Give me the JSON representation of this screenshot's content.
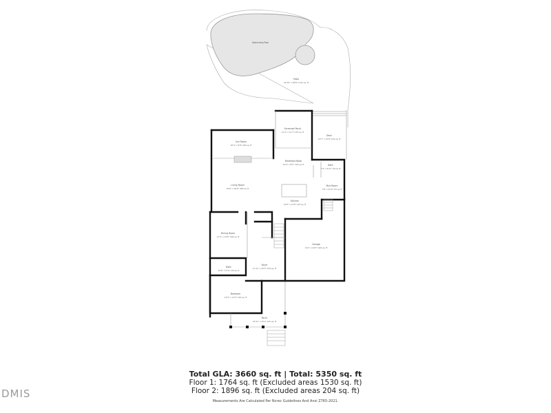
{
  "outdoor": {
    "pool": {
      "label": "Swimming Pool"
    },
    "patio": {
      "label": "Patio",
      "dims": "42'10\" x 28'8\" 1141 sq. ft"
    }
  },
  "rooms": {
    "screened_porch": {
      "label": "Screened Porch",
      "dims": "11'4\" x 11'7\" 132 sq. ft"
    },
    "deck": {
      "label": "Deck",
      "dims": "10'7\" x 13'8\" 145 sq. ft"
    },
    "sun_room": {
      "label": "Sun Room",
      "dims": "20'4\" x 9'8\" 200 sq. ft"
    },
    "breakfast_nook": {
      "label": "Breakfast Nook",
      "dims": "14'9\" x 8'5\" 124 sq. ft"
    },
    "bath_upper": {
      "label": "Bath",
      "dims": "7'4\" x 6'11\" 50 sq. ft"
    },
    "living_room": {
      "label": "Living Room",
      "dims": "20'9\" x 16'8\" 346 sq. ft"
    },
    "mud_room": {
      "label": "Mud Room",
      "dims": "7'8\" x 6'10\" 53 sq. ft"
    },
    "kitchen": {
      "label": "Kitchen",
      "dims": "14'6\" x 13'6\" 193 sq. ft"
    },
    "dining_room": {
      "label": "Dining Room",
      "dims": "11'4\" x 14'8\" 166 sq. ft"
    },
    "garage": {
      "label": "Garage",
      "dims": "19'1\" x 20'5\" 420 sq. ft"
    },
    "bath_lower": {
      "label": "Bath",
      "dims": "8'10\" x 5'11\" 49 sq. ft"
    },
    "foyer": {
      "label": "Foyer",
      "dims": "11'11\" x 22'5\" 234 sq. ft"
    },
    "bedroom": {
      "label": "Bedroom",
      "dims": "14'0\" x 11'6\" 164 sq. ft"
    },
    "porch": {
      "label": "Porch",
      "dims": "16'11\" x 10'2\" 161 sq. ft"
    }
  },
  "summary": {
    "total": "Total GLA: 3660 sq. ft | Total: 5350 sq. ft",
    "floor1": "Floor 1: 1764 sq. ft (Excluded areas 1530 sq. ft)",
    "floor2": "Floor 2: 1896 sq. ft (Excluded areas 204 sq. ft)",
    "note": "Measurements Are Calculated Per Ncrec Guidelines And Ansi Z765-2021."
  },
  "watermark": {
    "text": "DMIS"
  },
  "colors": {
    "wall": "#111111",
    "thin_line": "#999999",
    "pool_fill": "#e6e6e6",
    "text": "#222222"
  }
}
